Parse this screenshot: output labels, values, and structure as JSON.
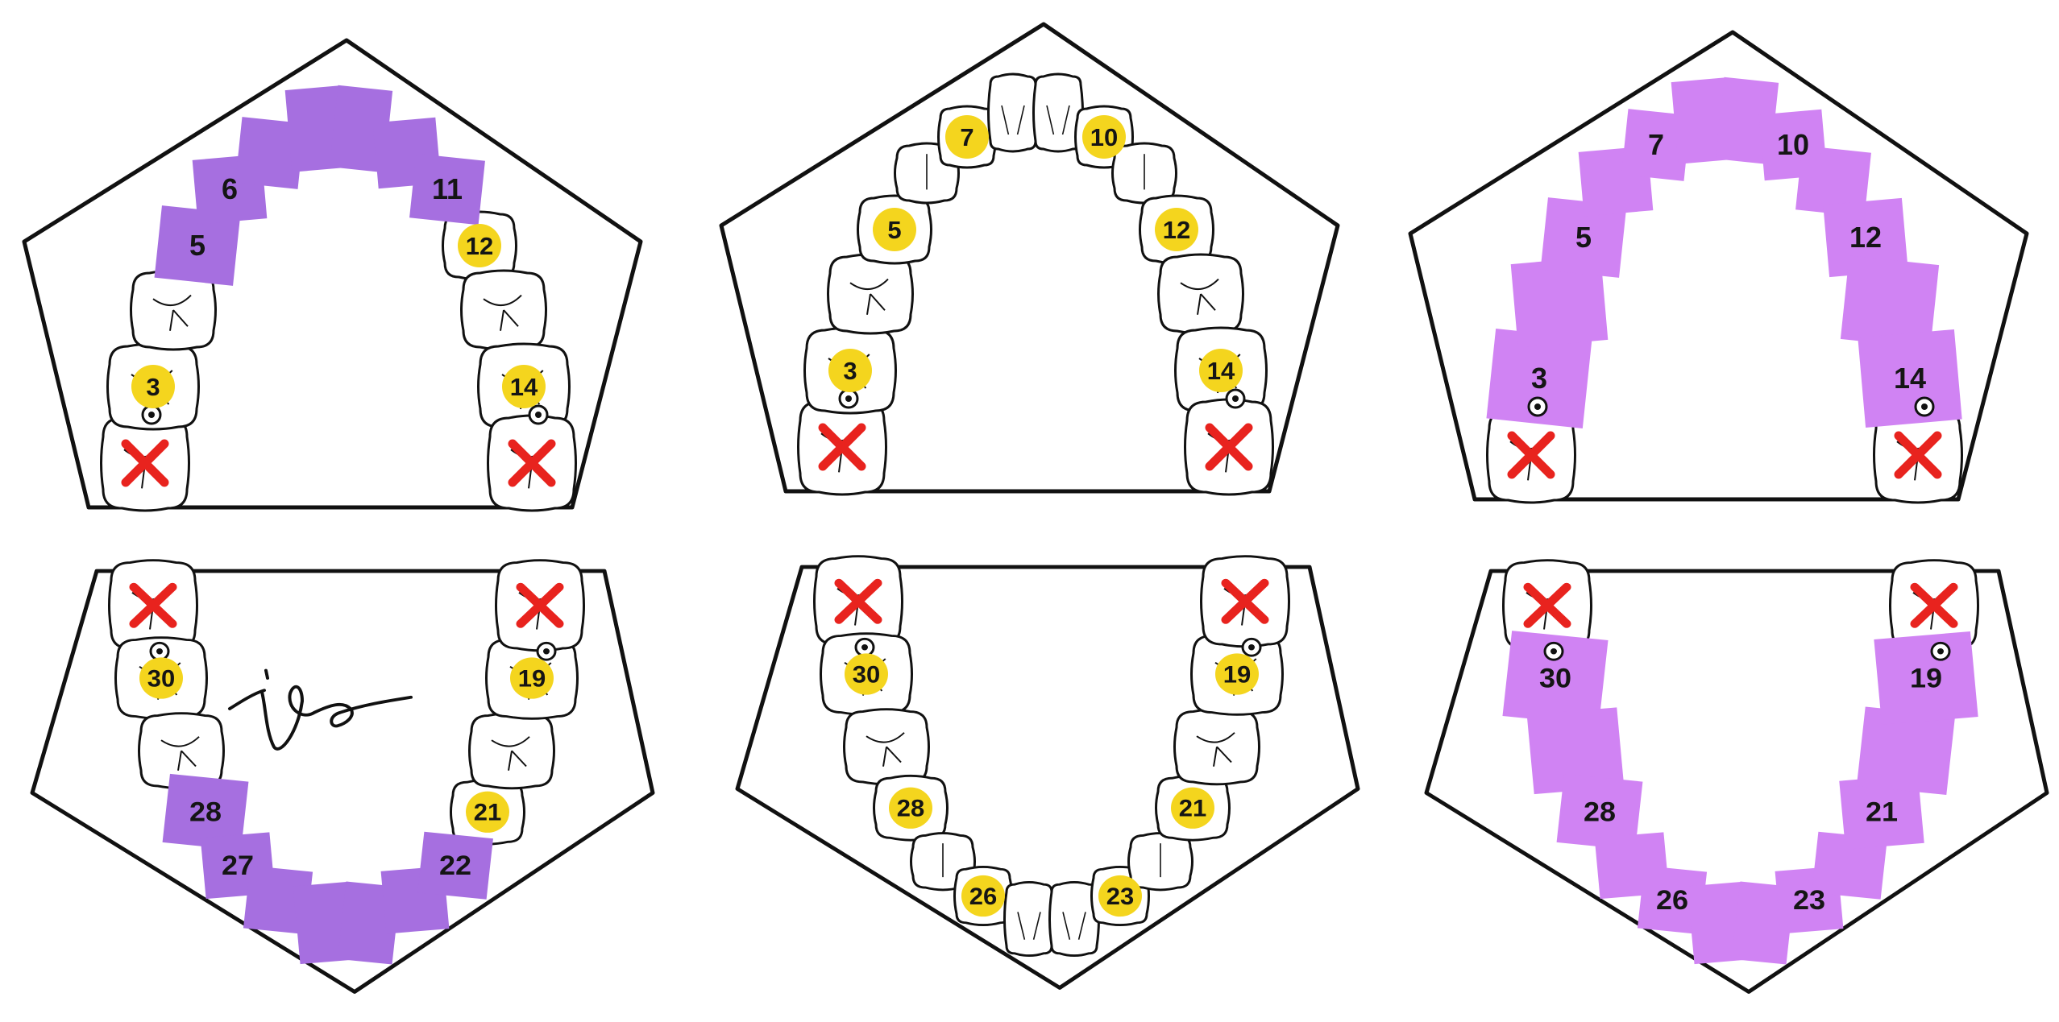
{
  "colors": {
    "background": "#ffffff",
    "outline": "#111111",
    "tooth_fill": "#ffffff",
    "marker_yellow": "#f4d51e",
    "purple_dark": "#a66fe0",
    "purple_light": "#d083f3",
    "missing_x": "#e8231e",
    "label_text": "#151515"
  },
  "icons": {
    "missing": "red-x-mark",
    "implant": "circle-dot",
    "signature": "handwritten-signature"
  },
  "panels": [
    {
      "id": "upper-left",
      "arch": "upper",
      "bridge": "purple-dark-partial",
      "marked": [
        "3",
        "12",
        "14"
      ],
      "bridge_labels": [
        "5",
        "6",
        "11"
      ],
      "missing": [
        "x",
        "x"
      ]
    },
    {
      "id": "upper-middle",
      "arch": "upper",
      "bridge": "none",
      "marked": [
        "3",
        "5",
        "7",
        "10",
        "12",
        "14"
      ],
      "bridge_labels": [],
      "missing": [
        "x",
        "x"
      ]
    },
    {
      "id": "upper-right",
      "arch": "upper",
      "bridge": "purple-light-full",
      "marked": [],
      "bridge_labels": [
        "3",
        "5",
        "7",
        "10",
        "12",
        "14"
      ],
      "missing": [
        "x",
        "x"
      ]
    },
    {
      "id": "lower-left",
      "arch": "lower",
      "bridge": "purple-dark-partial",
      "marked": [
        "19",
        "21",
        "30"
      ],
      "bridge_labels": [
        "22",
        "27",
        "28"
      ],
      "missing": [
        "x",
        "x"
      ],
      "signature": true
    },
    {
      "id": "lower-middle",
      "arch": "lower",
      "bridge": "none",
      "marked": [
        "19",
        "21",
        "23",
        "26",
        "28",
        "30"
      ],
      "bridge_labels": [],
      "missing": [
        "x",
        "x"
      ]
    },
    {
      "id": "lower-right",
      "arch": "lower",
      "bridge": "purple-light-full",
      "marked": [],
      "bridge_labels": [
        "19",
        "21",
        "23",
        "26",
        "28",
        "30"
      ],
      "missing": [
        "x",
        "x"
      ]
    }
  ]
}
